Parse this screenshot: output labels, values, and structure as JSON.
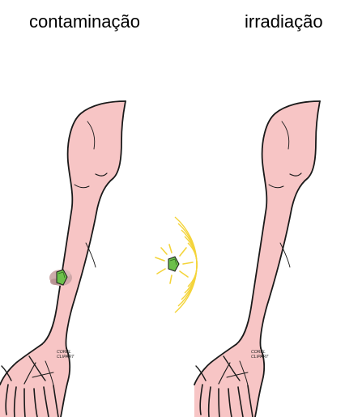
{
  "panels": [
    {
      "title": "contaminação",
      "watermark_line1": "COREL",
      "watermark_line2": "CLIPART"
    },
    {
      "title": "irradiação",
      "watermark_line1": "COREL",
      "watermark_line2": "CLIPART"
    }
  ],
  "colors": {
    "skin": "#f7c5c5",
    "outline": "#1a1a1a",
    "stone": "#6cc04a",
    "stone_dark": "#2f6a1e",
    "contamination_patch": "#c9a3a3",
    "radiation": "#f4d43a"
  },
  "icons": {
    "left_arm": "arm-with-contamination",
    "right_arm": "arm-irradiated",
    "source": "radioactive-stone-icon"
  }
}
